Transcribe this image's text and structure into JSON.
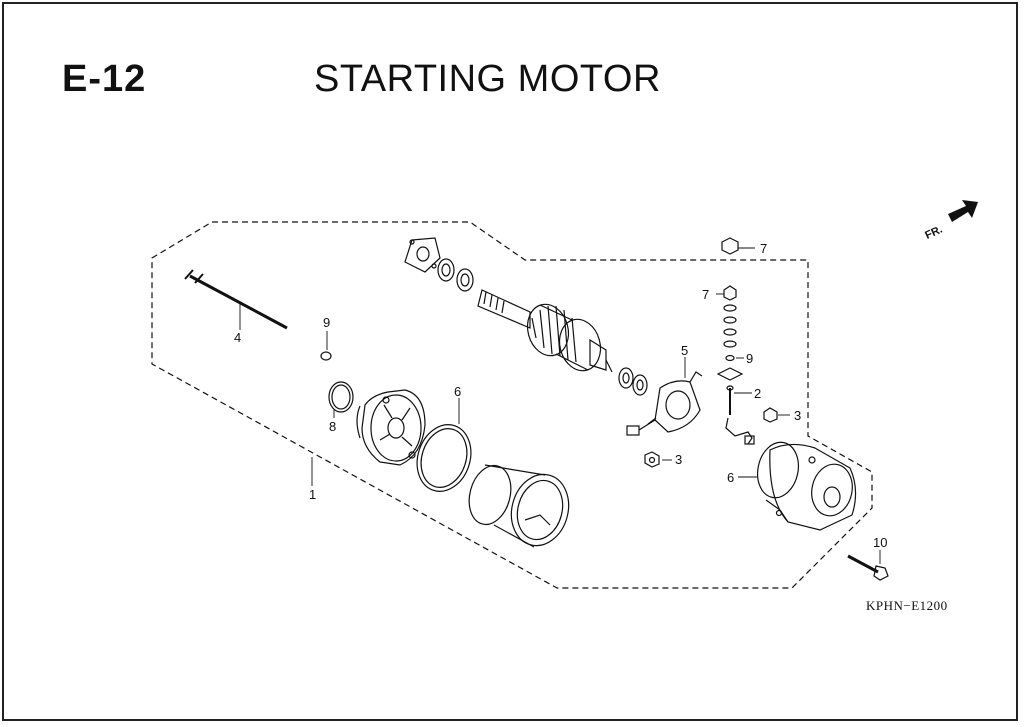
{
  "header": {
    "section_code": "E-12",
    "title": "STARTING MOTOR"
  },
  "footer": {
    "figure_ref": "KPHN−E1200"
  },
  "orientation": {
    "label": "FR.",
    "icon": "front-direction-arrow-icon"
  },
  "callouts": {
    "c1": "1",
    "c4": "4",
    "c9a": "9",
    "c8": "8",
    "c6a": "6",
    "c5": "5",
    "c3a": "3",
    "c7a": "7",
    "c7b": "7",
    "c9b": "9",
    "c2": "2",
    "c3b": "3",
    "c6b": "6",
    "c10": "10"
  }
}
